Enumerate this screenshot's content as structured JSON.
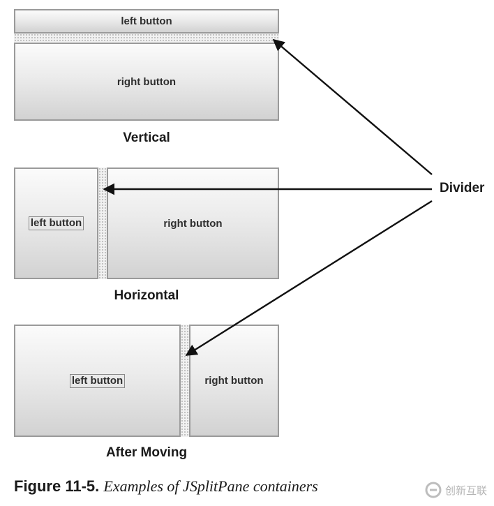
{
  "figure": {
    "number": "Figure 11-5.",
    "caption": "Examples of JSplitPane containers"
  },
  "panes": {
    "vertical": {
      "label": "Vertical",
      "left_button": "left button",
      "right_button": "right button"
    },
    "horizontal": {
      "label": "Horizontal",
      "left_button": "left button",
      "right_button": "right button"
    },
    "after_moving": {
      "label": "After Moving",
      "left_button": "left button",
      "right_button": "right button"
    }
  },
  "annotation": {
    "label": "Divider"
  },
  "watermark": {
    "text": "创新互联"
  }
}
